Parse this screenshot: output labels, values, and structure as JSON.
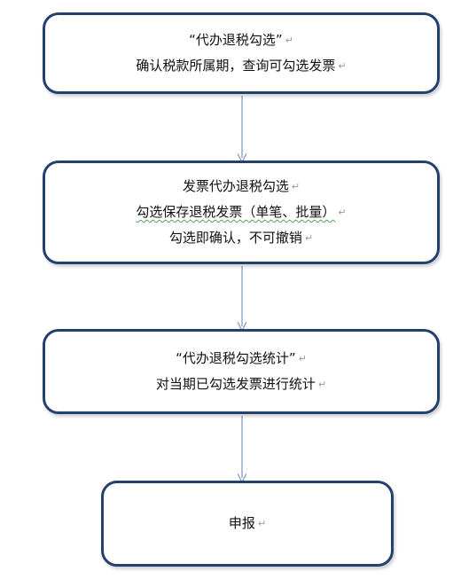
{
  "steps": [
    {
      "lines": [
        {
          "text": "“代办退税勾选”",
          "squiggle": false
        },
        {
          "text": "确认税款所属期，查询可勾选发票",
          "squiggle": false
        }
      ]
    },
    {
      "lines": [
        {
          "text": "发票代办退税勾选",
          "squiggle": false
        },
        {
          "text": "勾选保存退税发票（单笔、批量）",
          "squiggle": true
        },
        {
          "text": "勾选即确认，不可撤销",
          "squiggle": false
        }
      ]
    },
    {
      "lines": [
        {
          "text": "“代办退税勾选统计”",
          "squiggle": false
        },
        {
          "text": "对当期已勾选发票进行统计",
          "squiggle": false
        }
      ]
    },
    {
      "lines": [
        {
          "text": "申报",
          "squiggle": false
        }
      ]
    }
  ],
  "paragraph_mark": "↵",
  "colors": {
    "box_border": "#24406d",
    "arrow": "#8fa4c8",
    "paragraph_mark": "#9a9a9a",
    "squiggle": "#56a35b"
  }
}
